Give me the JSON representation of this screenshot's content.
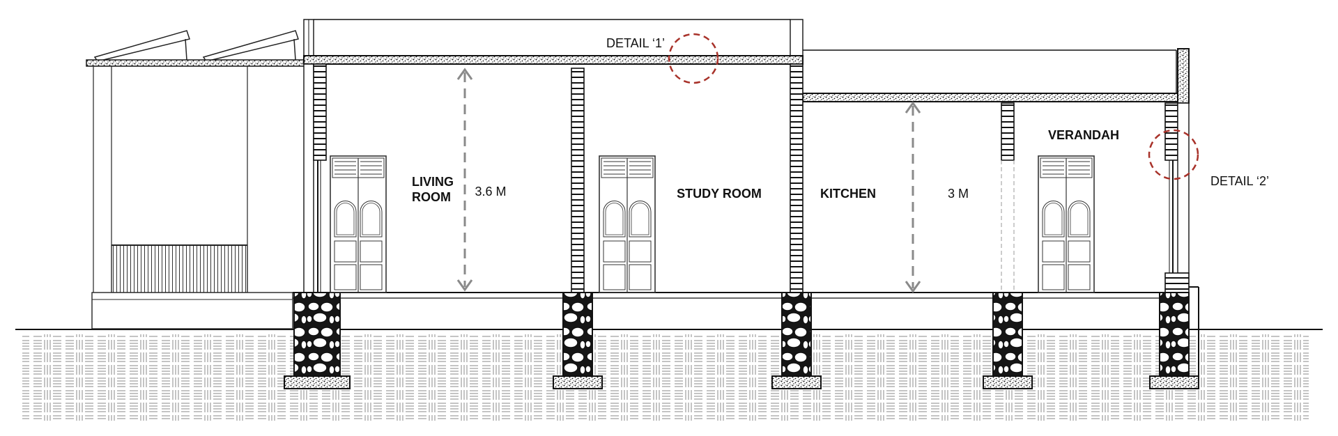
{
  "drawing": {
    "rooms": {
      "living_line1": "LIVING",
      "living_line2": "ROOM",
      "study": "STUDY ROOM",
      "kitchen": "KITCHEN",
      "verandah": "VERANDAH"
    },
    "dimensions": {
      "living_height": "3.6 M",
      "kitchen_height": "3 M"
    },
    "callouts": {
      "detail_1": "DETAIL ‘1’",
      "detail_2": "DETAIL ‘2’"
    },
    "colors": {
      "line": "#111111",
      "dimension": "#8a8a8a",
      "callout": "#a8322a",
      "soil_hatch": "#8a8a8a"
    }
  }
}
